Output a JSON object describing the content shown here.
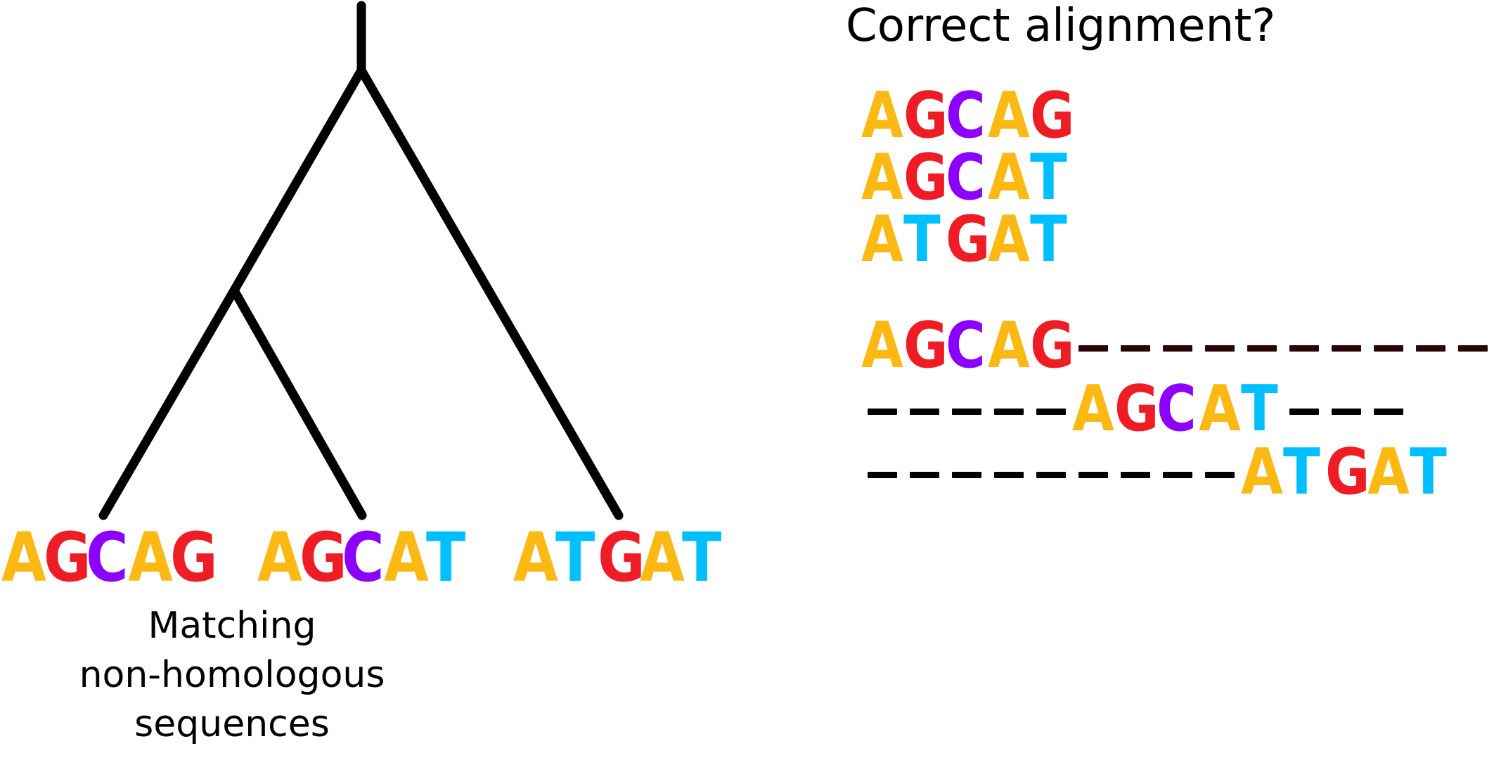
{
  "colors": {
    "A": "#FDB913",
    "G": "#EE1C25",
    "C": "#8B00FF",
    "T": "#00BFFF",
    "gap": "#000000",
    "gap_first_row": "#2a0505"
  },
  "tree": {
    "leaves": [
      {
        "sequence": "AGCAG"
      },
      {
        "sequence": "AGCAT"
      },
      {
        "sequence": "ATGAT"
      }
    ],
    "caption": [
      "Matching",
      "non-homologous",
      "sequences"
    ]
  },
  "alignment_panel": {
    "title": "Correct alignment?",
    "simple_alignment": [
      "AGCAG",
      "AGCAT",
      "ATGAT"
    ],
    "gapped_alignment": [
      {
        "leading_gaps": 0,
        "sequence": "AGCAG",
        "trailing_gaps": 10
      },
      {
        "leading_gaps": 5,
        "sequence": "AGCAT",
        "trailing_gaps": 3
      },
      {
        "leading_gaps": 9,
        "sequence": "ATGAT",
        "trailing_gaps": 0
      }
    ]
  }
}
